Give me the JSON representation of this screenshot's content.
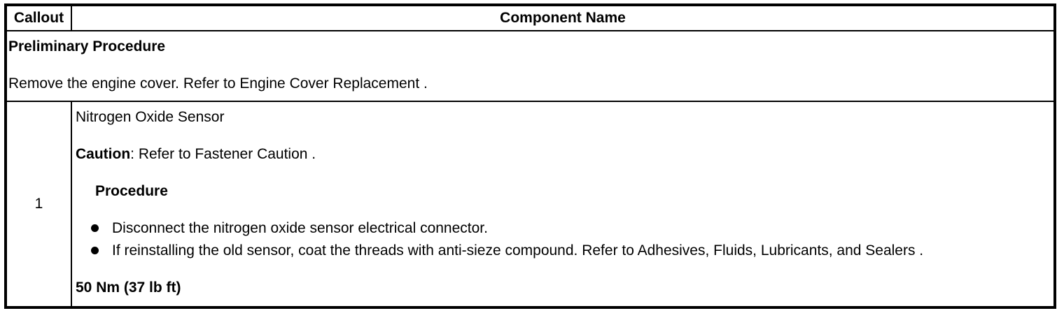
{
  "colors": {
    "text": "#000000",
    "background": "#ffffff",
    "border": "#000000"
  },
  "table": {
    "header": {
      "callout": "Callout",
      "component_name": "Component Name"
    },
    "preliminary": {
      "title": "Preliminary Procedure",
      "text": "Remove the engine cover. Refer to Engine Cover Replacement ."
    },
    "rows": [
      {
        "callout": "1",
        "component": "Nitrogen Oxide Sensor",
        "caution_label": "Caution",
        "caution_text": ": Refer to Fastener Caution .",
        "procedure_heading": "Procedure",
        "steps": [
          "Disconnect the nitrogen oxide sensor electrical connector.",
          "If reinstalling the old sensor, coat the threads with anti-sieze compound. Refer to Adhesives, Fluids, Lubricants, and Sealers ."
        ],
        "torque": "50 Nm (37 lb ft)"
      }
    ]
  }
}
